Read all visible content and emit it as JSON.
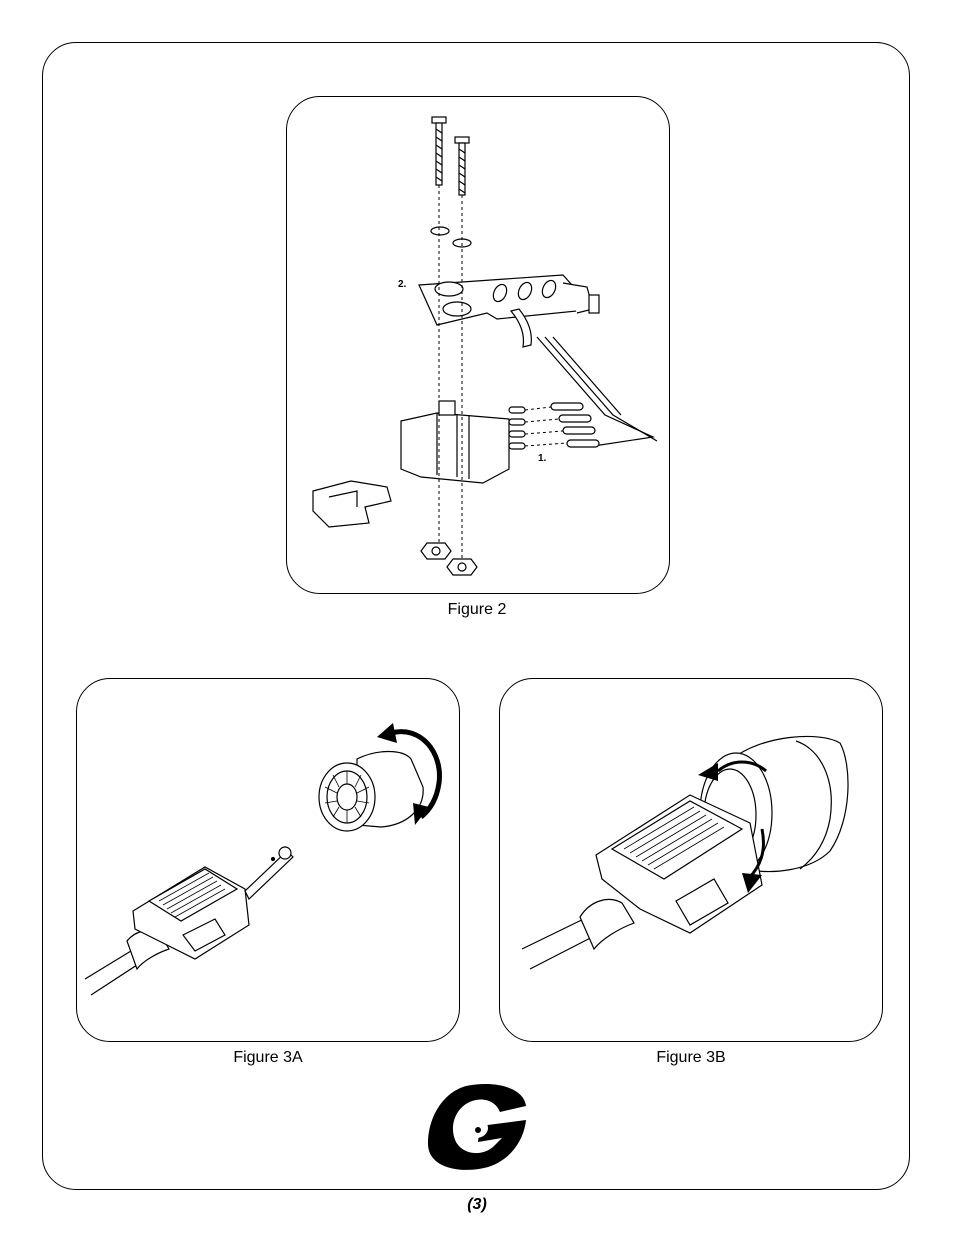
{
  "figures": {
    "figure2": {
      "caption": "Figure 2",
      "callouts": {
        "step1": "1.",
        "step2": "2."
      }
    },
    "figure3a": {
      "caption": "Figure 3A"
    },
    "figure3b": {
      "caption": "Figure 3B"
    }
  },
  "footer": {
    "page_number": "(3)",
    "logo_icon": "g-logo-icon"
  }
}
